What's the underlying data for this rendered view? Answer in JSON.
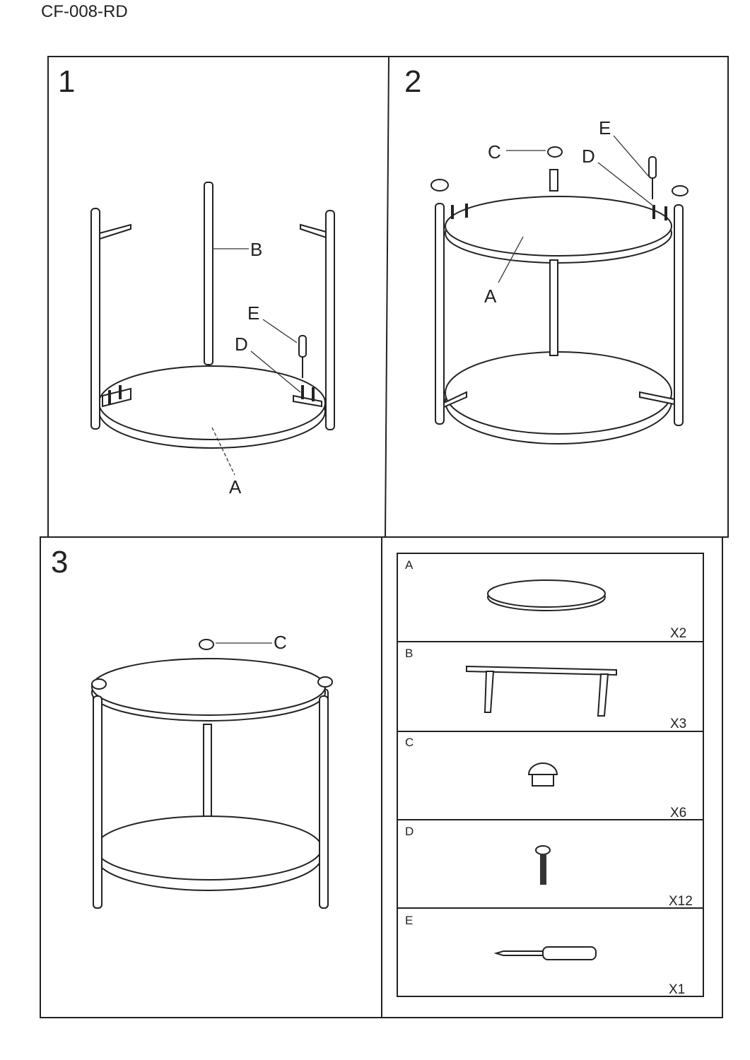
{
  "document": {
    "model_code": "CF-008-RD"
  },
  "steps": [
    {
      "number": "1",
      "labels": {
        "B": "B",
        "E": "E",
        "D": "D",
        "A": "A"
      }
    },
    {
      "number": "2",
      "labels": {
        "C": "C",
        "E": "E",
        "D": "D",
        "A": "A"
      }
    },
    {
      "number": "3",
      "labels": {
        "C": "C"
      }
    }
  ],
  "parts": [
    {
      "letter": "A",
      "quantity": "X2",
      "icon": "round-tabletop"
    },
    {
      "letter": "B",
      "quantity": "X3",
      "icon": "leg-frame"
    },
    {
      "letter": "C",
      "quantity": "X6",
      "icon": "leg-cap"
    },
    {
      "letter": "D",
      "quantity": "X12",
      "icon": "screw"
    },
    {
      "letter": "E",
      "quantity": "X1",
      "icon": "screwdriver"
    }
  ]
}
